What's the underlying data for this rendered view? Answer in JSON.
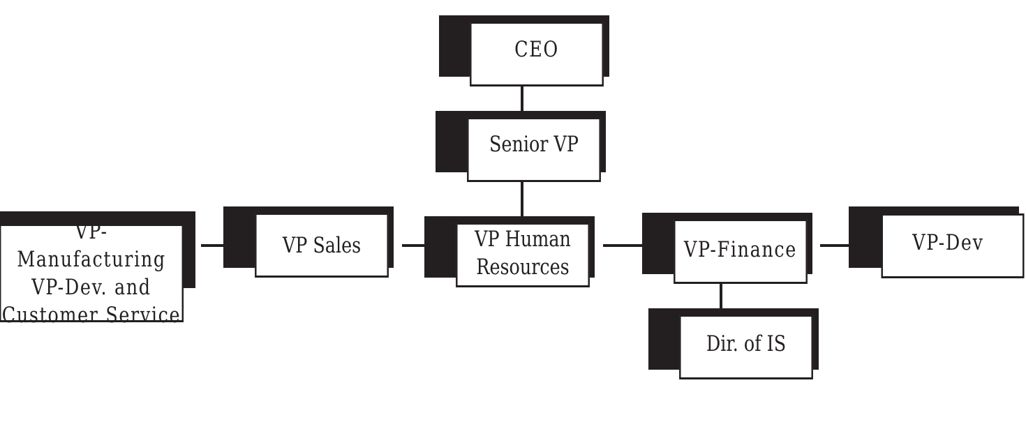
{
  "org_chart": {
    "ceo": "CEO",
    "senior_vp": "Senior VP",
    "vp_human_resources": "VP Human\nResources",
    "vp_sales": "VP Sales",
    "vp_manufacturing": "VP-Manufacturing\nVP-Dev. and\nCustomer Service",
    "vp_finance": "VP-Finance",
    "vp_dev": "VP-Dev",
    "dir_is": "Dir. of IS"
  },
  "colors": {
    "ink": "#231f20",
    "background": "#ffffff"
  }
}
